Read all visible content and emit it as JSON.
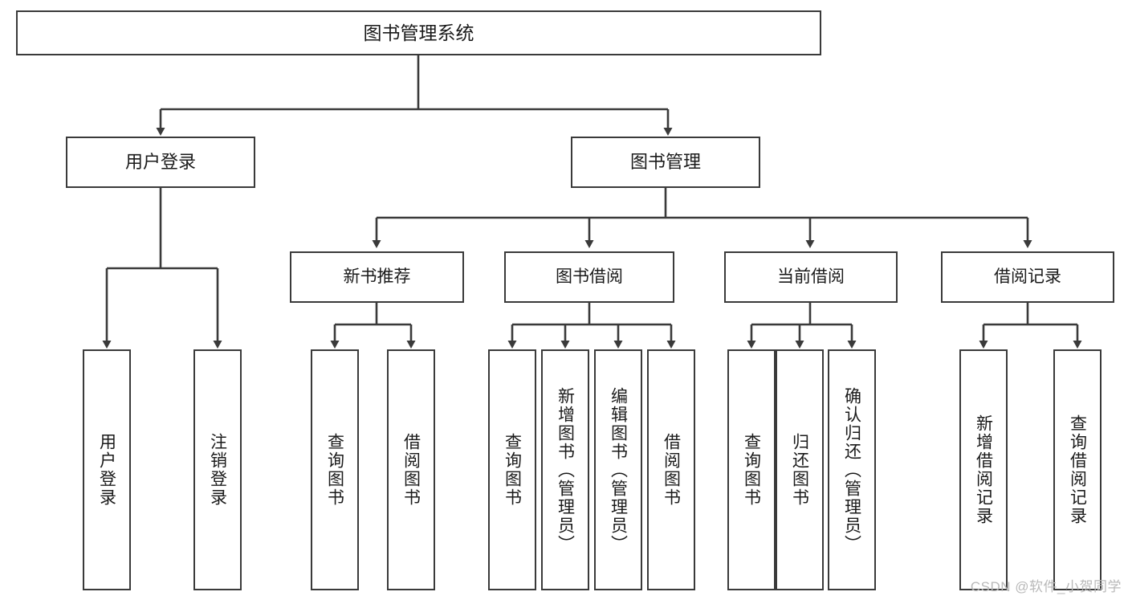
{
  "diagram": {
    "title": "图书管理系统",
    "type": "hierarchy-tree",
    "root": {
      "id": "root",
      "label": "图书管理系统"
    },
    "level1": [
      {
        "id": "user-login",
        "label": "用户登录"
      },
      {
        "id": "book-management",
        "label": "图书管理"
      }
    ],
    "level2": [
      {
        "id": "new-book-recommend",
        "label": "新书推荐"
      },
      {
        "id": "book-borrow",
        "label": "图书借阅"
      },
      {
        "id": "current-borrow",
        "label": "当前借阅"
      },
      {
        "id": "borrow-record",
        "label": "借阅记录"
      }
    ],
    "leaves": [
      {
        "id": "leaf-user-login",
        "label": "用户登录",
        "parent": "user-login"
      },
      {
        "id": "leaf-user-logout",
        "label": "注销登录",
        "parent": "user-login"
      },
      {
        "id": "leaf-query-book-1",
        "label": "查询图书",
        "parent": "new-book-recommend"
      },
      {
        "id": "leaf-borrow-book-1",
        "label": "借阅图书",
        "parent": "new-book-recommend"
      },
      {
        "id": "leaf-query-book-2",
        "label": "查询图书",
        "parent": "book-borrow"
      },
      {
        "id": "leaf-add-book",
        "label": "新增图书（管理员）",
        "parent": "book-borrow"
      },
      {
        "id": "leaf-edit-book",
        "label": "编辑图书（管理员）",
        "parent": "book-borrow"
      },
      {
        "id": "leaf-borrow-book-2",
        "label": "借阅图书",
        "parent": "book-borrow"
      },
      {
        "id": "leaf-query-book-3",
        "label": "查询图书",
        "parent": "current-borrow"
      },
      {
        "id": "leaf-return-book",
        "label": "归还图书",
        "parent": "current-borrow"
      },
      {
        "id": "leaf-confirm-return",
        "label": "确认归还（管理员）",
        "parent": "current-borrow"
      },
      {
        "id": "leaf-add-record",
        "label": "新增借阅记录",
        "parent": "borrow-record"
      },
      {
        "id": "leaf-query-record",
        "label": "查询借阅记录",
        "parent": "borrow-record"
      }
    ],
    "colors": {
      "stroke": "#3a3a3a",
      "background": "#ffffff",
      "text": "#1a1a1a",
      "watermark": "#b9b9b9"
    }
  },
  "watermark": {
    "text": "CSDN @软件_小贺同学"
  }
}
